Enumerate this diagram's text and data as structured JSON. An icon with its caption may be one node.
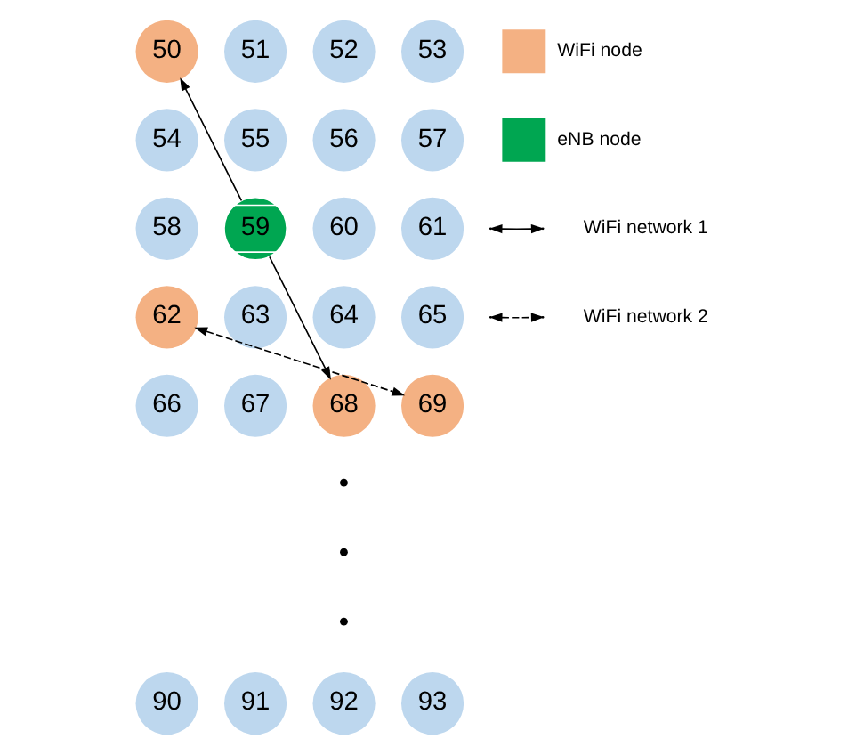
{
  "diagram": {
    "nodes": [
      {
        "text": [
          "50"
        ]
      },
      {
        "text": [
          "51"
        ]
      },
      {
        "text": [
          "52"
        ]
      },
      {
        "text": [
          "53"
        ]
      },
      {
        "text": [
          "54"
        ]
      },
      {
        "text": [
          "55"
        ]
      },
      {
        "text": [
          "56"
        ]
      },
      {
        "text": [
          "57"
        ]
      },
      {
        "text": [
          "58"
        ]
      },
      {
        "text": [
          "59"
        ]
      },
      {
        "text": [
          "60"
        ]
      },
      {
        "text": [
          "61"
        ]
      },
      {
        "text": [
          "62"
        ]
      },
      {
        "text": [
          "63"
        ]
      },
      {
        "text": [
          "64"
        ]
      },
      {
        "text": [
          "65"
        ]
      },
      {
        "text": [
          "66"
        ]
      },
      {
        "text": [
          "67"
        ]
      },
      {
        "text": [
          "68"
        ]
      },
      {
        "text": [
          "69"
        ]
      },
      {
        "text": [
          "90"
        ]
      },
      {
        "text": [
          "91"
        ]
      },
      {
        "text": [
          "92"
        ]
      },
      {
        "text": [
          "93"
        ]
      }
    ],
    "edges": [
      {
        "from": 9,
        "to": 0,
        "arrow": "to"
      },
      {
        "from": 9,
        "to": 18,
        "arrow": "to"
      },
      {
        "from": 12,
        "to": 19,
        "arrow": "both",
        "style": "dashed"
      }
    ],
    "labels": [
      "•",
      "•",
      "•"
    ],
    "legend": [
      {
        "text": "WiFi node",
        "color": "#f4b183"
      },
      {
        "text": "eNB node",
        "color": "#00a651"
      },
      {
        "text": "WiFi network 1"
      },
      {
        "text": "WiFi network 2"
      }
    ]
  }
}
